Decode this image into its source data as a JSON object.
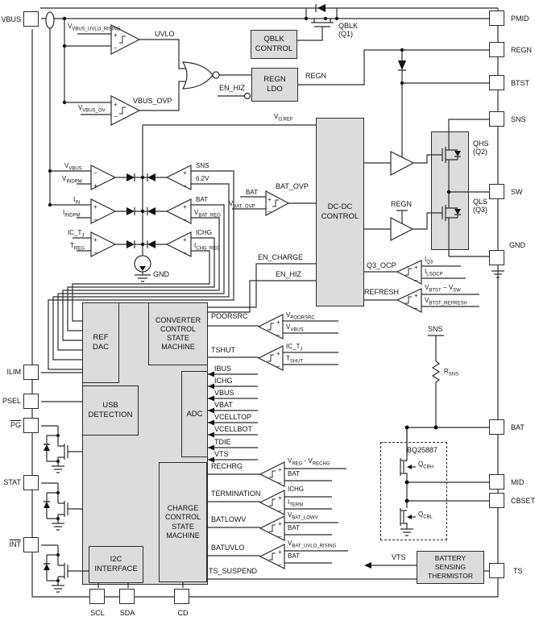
{
  "glyphs": {
    "plus": "+",
    "minus": "−"
  },
  "pins": {
    "left": [
      {
        "label": "VBUS"
      },
      {
        "label": "ILIM"
      },
      {
        "label": "PSEL"
      },
      {
        "label": "PG"
      },
      {
        "label": "STAT"
      },
      {
        "label": "INT"
      }
    ],
    "right": [
      {
        "label": "PMID"
      },
      {
        "label": "REGN"
      },
      {
        "label": "BTST"
      },
      {
        "label": "SNS"
      },
      {
        "label": "SW"
      },
      {
        "label": "GND"
      },
      {
        "label": "BAT"
      },
      {
        "label": "MID"
      },
      {
        "label": "CBSET"
      },
      {
        "label": "TS"
      }
    ],
    "bottom": [
      {
        "label": "SCL"
      },
      {
        "label": "SDA"
      },
      {
        "label": "CD"
      }
    ]
  },
  "blocks": {
    "qblk_control": "QBLK\nCONTROL",
    "regn_ldo": "REGN\nLDO",
    "dcdc": "DC-DC\nCONTROL",
    "ref_dac": "REF\nDAC",
    "converter_csm": "CONVERTER\nCONTROL\nSTATE\nMACHINE",
    "usb": "USB\nDETECTION",
    "adc": "ADC",
    "charge_csm": "CHARGE\nCONTROL\nSTATE\nMACHINE",
    "i2c": "I2C\nINTERFACE",
    "thermistor": "BATTERY\nSENSING\nTHERMISTOR"
  },
  "signals": {
    "uvlo": "UVLO",
    "vbus_ovp": "VBUS_OVP",
    "en_hiz": "EN_HIZ",
    "regn": "REGN",
    "qblk_full": "QBLK\n(Q1)",
    "bat_ovp": "BAT_OVP",
    "bat": "BAT",
    "en_charge": "EN_CHARGE",
    "q3_ocp": "Q3_OCP",
    "refresh": "REFRESH",
    "qhs_full": "QHS\n(Q2)",
    "qls_full": "QLS\n(Q3)",
    "sns": "SNS",
    "v62": "6.2V",
    "ichg": "ICHG",
    "gnd": "GND",
    "poorsrc": "POORSRC",
    "tshut": "TSHUT",
    "rechrg": "RECHRG",
    "termination": "TERMINATION",
    "batlowv": "BATLOWV",
    "batuvlo": "BATUVLO",
    "ts_suspend": "TS_SUSPEND",
    "vts": "VTS",
    "bq25887": "BQ25887"
  },
  "adc_inputs": [
    "IBUS",
    "ICHG",
    "VBUS",
    "VBAT",
    "VCELLTOP",
    "VCELLBOT",
    "TDIE",
    "VTS"
  ],
  "refs": {
    "v_vbus_uvlo_rising": {
      "b": "V",
      "s": "VBUS_UVLO_RISING"
    },
    "v_vbus_ov": {
      "b": "V",
      "s": "VBUS_OV"
    },
    "v_o_ref": {
      "b": "V",
      "s": "O,REF"
    },
    "v_vbus": {
      "b": "V",
      "s": "VBUS"
    },
    "v_indpm": {
      "b": "V",
      "s": "INDPM"
    },
    "i_in": {
      "b": "I",
      "s": "IN"
    },
    "i_indpm": {
      "b": "I",
      "s": "INDPM"
    },
    "ic_tj": {
      "b": "IC_T",
      "s": "J"
    },
    "t_reg": {
      "b": "T",
      "s": "REG"
    },
    "v_bat_reg": {
      "b": "V",
      "s": "BAT_REG"
    },
    "i_chg_reg": {
      "b": "I",
      "s": "CHG_REG"
    },
    "v_bat_ovp": {
      "b": "V",
      "s": "BAT_OVP"
    },
    "i_q3": {
      "b": "I",
      "s": "Q3"
    },
    "i_lsocp": {
      "b": "I",
      "s": "LSOCP"
    },
    "v_btst_vsw": {
      "b1": "V",
      "s1": "BTST",
      "op": " − ",
      "b2": "V",
      "s2": "SW"
    },
    "v_btst_refresh": {
      "b": "V",
      "s": "BTST_REFRESH"
    },
    "v_poorsrc": {
      "b": "V",
      "s": "POORSRC"
    },
    "t_shut": {
      "b": "T",
      "s": "SHUT"
    },
    "v_reg_rechg": {
      "b1": "V",
      "s1": "REG",
      "op": " - ",
      "b2": "V",
      "s2": "RECHG"
    },
    "i_term": {
      "b": "I",
      "s": "TERM"
    },
    "v_bat_lowv": {
      "b": "V",
      "s": "BAT_LOWV"
    },
    "v_bat_uvlo_rising": {
      "b": "V",
      "s": "BAT_UVLO_RISING"
    },
    "r_sns": {
      "b": "R",
      "s": "SNS"
    },
    "q_cbh": {
      "b": "Q",
      "s": "CBH"
    },
    "q_cbl": {
      "b": "Q",
      "s": "CBL"
    }
  },
  "colors": {
    "block_fill": "#dcdcdc",
    "stroke": "#2b2b2b"
  }
}
